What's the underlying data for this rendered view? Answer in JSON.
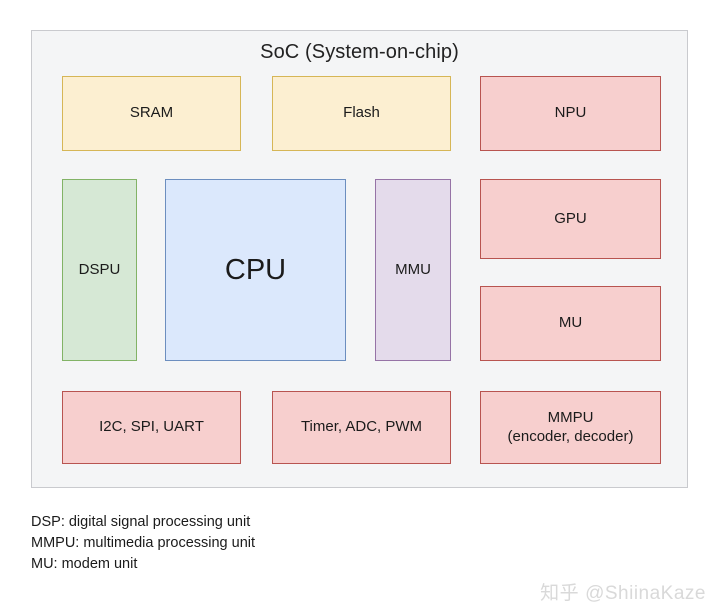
{
  "diagram": {
    "title": "SoC (System-on-chip)",
    "blocks": {
      "sram": {
        "label": "SRAM",
        "color": "#fcefd1",
        "border": "#d6b656"
      },
      "flash": {
        "label": "Flash",
        "color": "#fcefd1",
        "border": "#d6b656"
      },
      "npu": {
        "label": "NPU",
        "color": "#f7cfce",
        "border": "#b85450"
      },
      "dspu": {
        "label": "DSPU",
        "color": "#d6e8d5",
        "border": "#82b366"
      },
      "cpu": {
        "label": "CPU",
        "color": "#dbe8fc",
        "border": "#6c8ebf"
      },
      "mmu": {
        "label": "MMU",
        "color": "#e4dbeb",
        "border": "#9673a6"
      },
      "gpu": {
        "label": "GPU",
        "color": "#f7cfce",
        "border": "#b85450"
      },
      "mu": {
        "label": "MU",
        "color": "#f7cfce",
        "border": "#b85450"
      },
      "io": {
        "label": "I2C, SPI, UART",
        "color": "#f7cfce",
        "border": "#b85450"
      },
      "timer": {
        "label": "Timer, ADC, PWM",
        "color": "#f7cfce",
        "border": "#b85450"
      },
      "mmpu": {
        "label": "MMPU\n(encoder, decoder)",
        "color": "#f7cfce",
        "border": "#b85450"
      }
    }
  },
  "legend": {
    "line1": "DSP: digital signal processing unit",
    "line2": "MMPU: multimedia processing unit",
    "line3": "MU: modem unit"
  },
  "watermark": {
    "logo": "知乎",
    "handle": "@ShiinaKaze"
  }
}
